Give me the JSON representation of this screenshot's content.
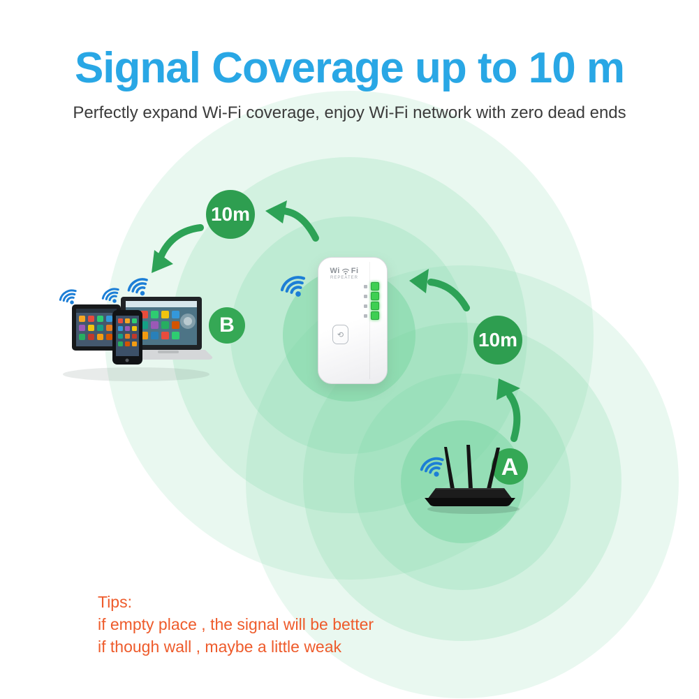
{
  "title": "Signal Coverage up to 10 m",
  "subtitle": "Perfectly expand Wi-Fi coverage, enjoy Wi-Fi network with zero dead ends",
  "coverage": {
    "repeater_badge": "10m",
    "router_badge": "10m",
    "router_point_label": "A",
    "device_point_label": "B",
    "ripple_groups": 2,
    "rings_per_group": 4
  },
  "repeater": {
    "brand_wi": "Wi",
    "brand_fi": "Fi",
    "brand_line2": "REPEATER",
    "led_count": 4,
    "wps_glyph": "⟲"
  },
  "tips": {
    "heading": "Tips:",
    "line1": "if empty place , the signal will be better",
    "line2": "if though wall , maybe a little weak"
  },
  "colors": {
    "title_blue": "#29a7e5",
    "subtitle_gray": "#3b3b3b",
    "tips_orange": "#ee5b2b",
    "badge_green": "#2e9e50",
    "accent_green": "#35a855",
    "arrow_green": "#2da256",
    "ripple_green": "#78d6a2",
    "wifi_blue": "#1c7ed6",
    "led_green": "#3ecf52",
    "router_black": "#141414"
  }
}
